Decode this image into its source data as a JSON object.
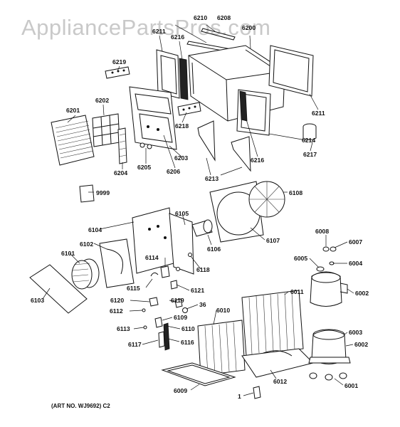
{
  "watermark": "AppliancePartsPros.com",
  "art_number": "(ART NO. WJ9692) C2",
  "parts": {
    "p6210": "6210",
    "p6208": "6208",
    "p6211a": "6211",
    "p6216a": "6216",
    "p6200": "6200",
    "p6219": "6219",
    "p6202": "6202",
    "p6201": "6201",
    "p6218": "6218",
    "p6203": "6203",
    "p6211b": "6211",
    "p6214": "6214",
    "p6217": "6217",
    "p6216b": "6216",
    "p6213": "6213",
    "p6204": "6204",
    "p6205": "6205",
    "p6206": "6206",
    "p9999": "9999",
    "p6108": "6108",
    "p6105": "6105",
    "p6104": "6104",
    "p6102": "6102",
    "p6101": "6101",
    "p6107": "6107",
    "p6106": "6106",
    "p6008": "6008",
    "p6007": "6007",
    "p6005": "6005",
    "p6004": "6004",
    "p6114": "6114",
    "p6118": "6118",
    "p6103": "6103",
    "p6115": "6115",
    "p6121": "6121",
    "p6011": "6011",
    "p6002a": "6002",
    "p6120": "6120",
    "p6119": "6119",
    "p36": "36",
    "p6112": "6112",
    "p6010": "6010",
    "p6109": "6109",
    "p6113": "6113",
    "p6110": "6110",
    "p6003": "6003",
    "p6117": "6117",
    "p6116": "6116",
    "p6002b": "6002",
    "p6012": "6012",
    "p6001": "6001",
    "p6009": "6009",
    "p1": "1"
  }
}
